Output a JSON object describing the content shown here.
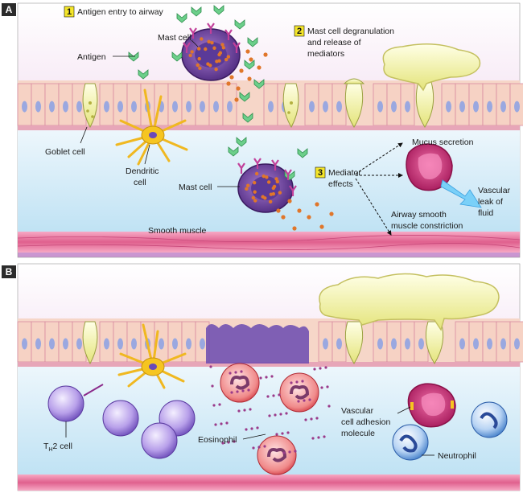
{
  "panels": [
    {
      "tag": "A"
    },
    {
      "tag": "B"
    }
  ],
  "steps": [
    {
      "number": "1",
      "text": "Antigen entry to airway"
    },
    {
      "number": "2",
      "text_line1": "Mast cell degranulation",
      "text_line2": "and release of",
      "text_line3": "mediators"
    },
    {
      "number": "3",
      "text_line1": "Mediator",
      "text_line2": "effects"
    }
  ],
  "labels_a": {
    "mast_cell_top": "Mast cell",
    "antigen": "Antigen",
    "goblet_cell": "Goblet cell",
    "dendritic_line1": "Dendritic",
    "dendritic_line2": "cell",
    "mast_cell_bottom": "Mast cell",
    "smooth_muscle": "Smooth muscle",
    "mucus_secretion": "Mucus secretion",
    "vascular_leak_line1": "Vascular",
    "vascular_leak_line2": "leak of",
    "vascular_leak_line3": "fluid",
    "airway_smooth_line1": "Airway smooth",
    "airway_smooth_line2": "muscle constriction"
  },
  "labels_b": {
    "th2_main": "T",
    "th2_sub": "H",
    "th2_rest": "2 cell",
    "eosinophil": "Eosinophil",
    "vcam_line1": "Vascular",
    "vcam_line2": "cell adhesion",
    "vcam_line3": "molecule",
    "neutrophil": "Neutrophil"
  },
  "colors": {
    "panel_tag_bg": "#2b2b2b",
    "step_box": "#f5e62a",
    "epithelium": "#f6d2c4",
    "cell_border": "#d88aa0",
    "nucleus": "#9aa8e0",
    "mucus": "#f3f3a0",
    "tissue_blue": "#d9eef8",
    "smooth_muscle": "#e97aa2",
    "mast_cell": "#7a4fa0",
    "granule": "#e0762a",
    "eosinophil": "#e8505a",
    "neutrophil": "#5a8fd0",
    "th2": "#8a6ad0",
    "dendritic": "#f2c020",
    "vessel": "#c82a6a"
  }
}
